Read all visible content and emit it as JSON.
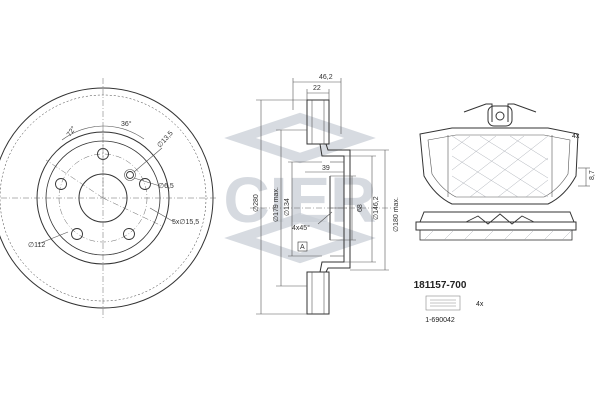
{
  "watermark": {
    "text": "CIER",
    "color": "#c9ced6"
  },
  "disc_front": {
    "labels": {
      "angle_72": "72°",
      "angle_36": "36°",
      "dia_13_5": "∅13,5",
      "dia_6_5": "∅6,5",
      "dia_112": "∅112",
      "dia_15_5": "5x∅15,5"
    }
  },
  "disc_section": {
    "labels": {
      "width_46_2": "46,2",
      "width_22": "22",
      "dim_39": "39",
      "dia_280": "∅280",
      "dia_179": "∅179 max.",
      "dia_134": "∅134",
      "chamfer": "4x45°",
      "dim_68": "68",
      "dia_146_2": "∅146,2",
      "dia_180": "∅180 max.",
      "marker_a": "A"
    }
  },
  "pad": {
    "qty": "4x",
    "thickness": "8,7"
  },
  "part": {
    "number": "181157-700",
    "accessory_qty": "4x",
    "accessory_number": "1-690042"
  }
}
